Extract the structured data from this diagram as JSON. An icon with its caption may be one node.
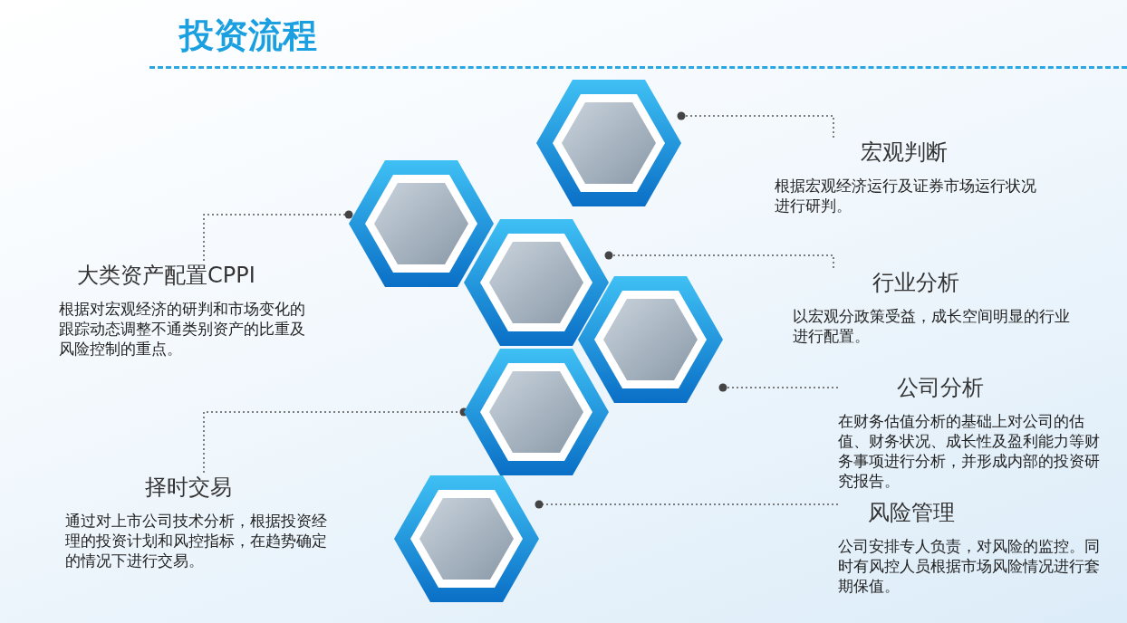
{
  "diagram": {
    "title": "投资流程",
    "nodes": [
      {
        "text": [
          "宏观判断",
          "根据宏观经济运行及证券市场运行状况进行研判。"
        ]
      },
      {
        "text": [],
        "shape": "picture"
      },
      {
        "text": [
          "大类资产配置CPPI",
          "根据对宏观经济的研判和市场变化的跟踪动态调整不通类别资产的比重及风险控制的重点。"
        ]
      },
      {
        "text": [],
        "shape": "picture"
      },
      {
        "text": [
          "行业分析",
          "以宏观分政策受益，成长空间明显的行业进行配置。"
        ]
      },
      {
        "text": [],
        "shape": "picture"
      },
      {
        "text": [
          "公司分析",
          "在财务估值分析的基础上对公司的估值、财务状况、成长性及盈利能力等财务事项进行分析，并形成内部的投资研究报告。"
        ]
      },
      {
        "text": [],
        "shape": "picture"
      },
      {
        "text": [
          "择时交易",
          "通过对上市公司技术分析，根据投资经理的投资计划和风控指标，在趋势确定的情况下进行交易。"
        ]
      },
      {
        "text": [],
        "shape": "picture"
      },
      {
        "text": [
          "风险管理",
          "公司安排专人负责，对风险的监控。同时有风控人员根据市场风险情况进行套期保值。"
        ]
      },
      {
        "text": [],
        "shape": "picture"
      }
    ],
    "edges": [
      {
        "from": 0,
        "to": 1,
        "arrow": "other",
        "style": "dashed"
      },
      {
        "from": 2,
        "to": 3,
        "arrow": "other",
        "style": "dashed"
      },
      {
        "from": 4,
        "to": 5,
        "arrow": "other",
        "style": "dashed"
      },
      {
        "from": 6,
        "to": 7,
        "arrow": "other",
        "style": "dashed"
      },
      {
        "from": 8,
        "to": 9,
        "arrow": "other",
        "style": "dashed"
      },
      {
        "from": 10,
        "to": 11,
        "arrow": "other",
        "style": "dashed"
      }
    ]
  }
}
